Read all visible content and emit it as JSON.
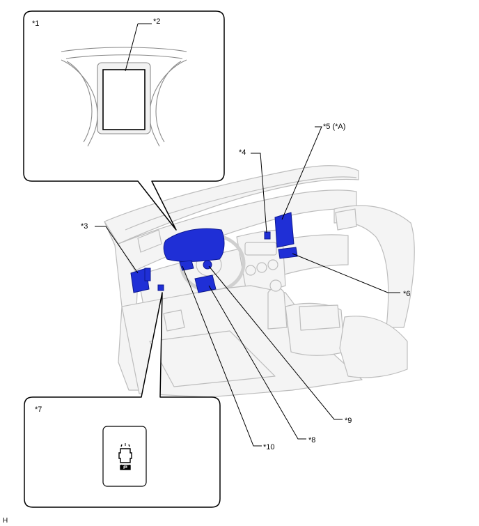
{
  "callouts": {
    "c1": "*1",
    "c2": "*2",
    "c3": "*3",
    "c4": "*4",
    "c5": "*5 (*A)",
    "c6": "*6",
    "c7": "*7",
    "c8": "*8",
    "c9": "*9",
    "c10": "*10"
  },
  "corner_code": "H",
  "colors": {
    "component_highlight": "#1f2fd6",
    "component_dark": "#0d1890",
    "outline": "#000000",
    "car_line": "#bdbdbd",
    "car_fill": "#f3f3f3"
  },
  "icons": {
    "tpms_switch_symbol": "tire-pressure-warning-icon"
  }
}
